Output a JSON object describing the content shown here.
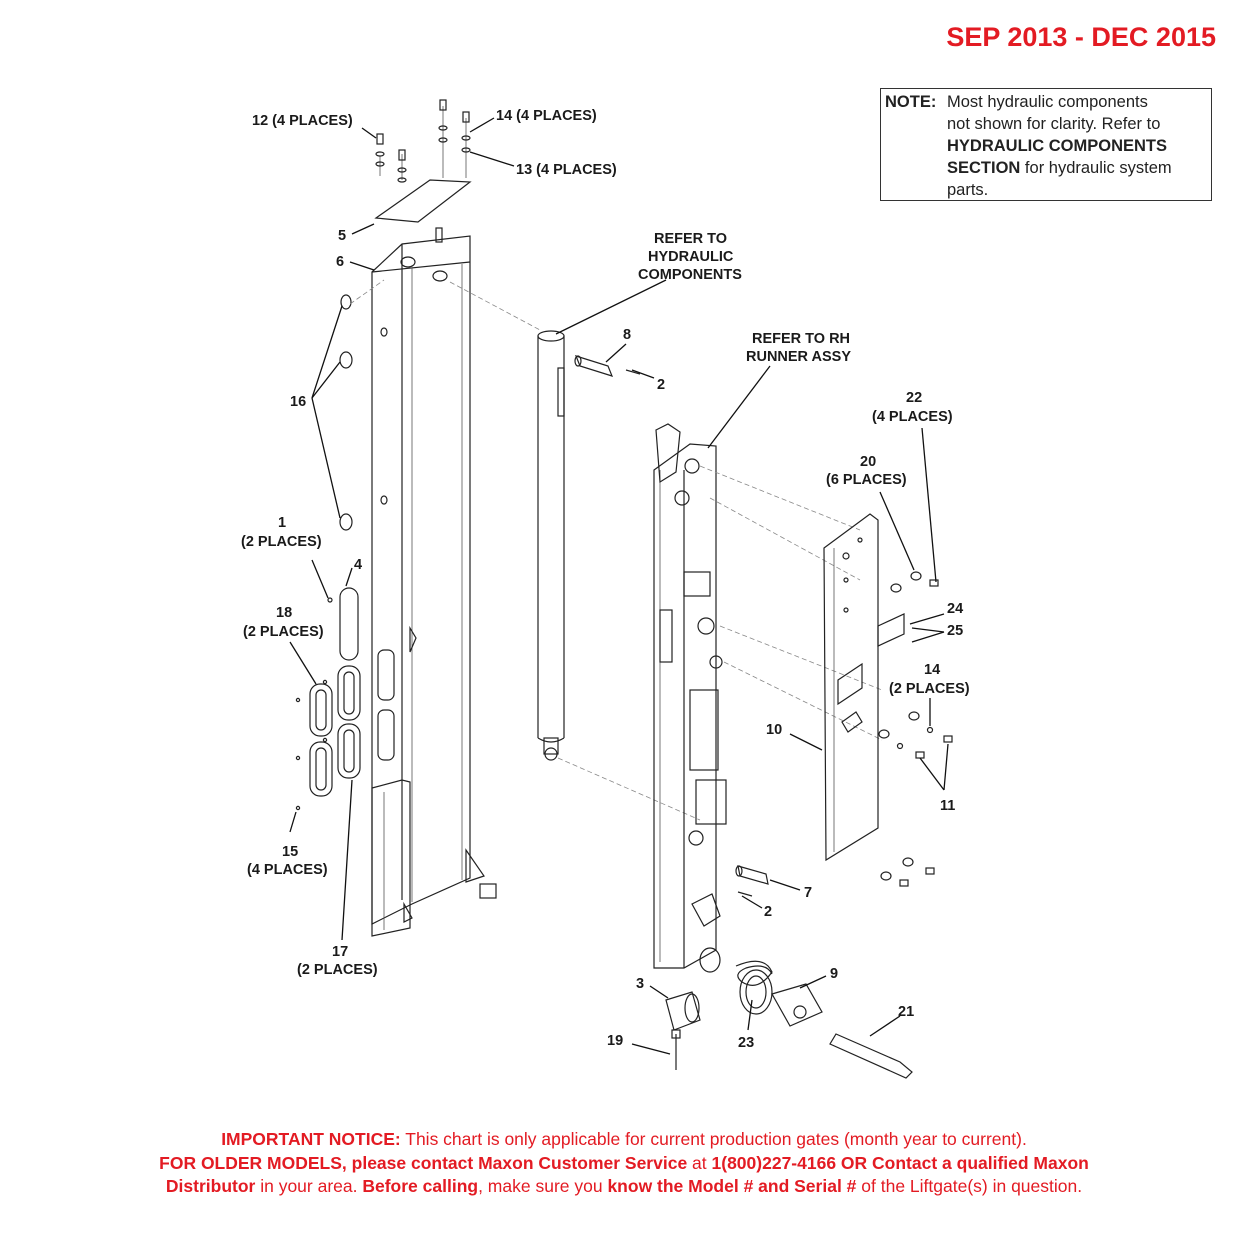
{
  "header": {
    "date_range": "SEP 2013 - DEC 2015"
  },
  "note": {
    "key": "NOTE:",
    "lines": [
      "Most hydraulic components",
      "not shown for clarity. Refer to"
    ],
    "bold_line_1": "HYDRAULIC COMPONENTS",
    "bold_part": "SECTION",
    "after_bold": " for hydraulic system",
    "last_line": "parts."
  },
  "callouts": {
    "c12": "12 (4 PLACES)",
    "c14_top": "14 (4 PLACES)",
    "c13": "13 (4 PLACES)",
    "c5": "5",
    "c6": "6",
    "c16": "16",
    "c1": "1",
    "c1_places": "(2 PLACES)",
    "c4": "4",
    "c18": "18",
    "c18_places": "(2 PLACES)",
    "c15": "15",
    "c15_places": "(4 PLACES)",
    "c17": "17",
    "c17_places": "(2 PLACES)",
    "refer_hyd_1": "REFER TO",
    "refer_hyd_2": "HYDRAULIC",
    "refer_hyd_3": "COMPONENTS",
    "c8": "8",
    "c2_top": "2",
    "refer_rh_1": "REFER TO RH",
    "refer_rh_2": "RUNNER ASSY",
    "c22": "22",
    "c22_places": "(4 PLACES)",
    "c20": "20",
    "c20_places": "(6 PLACES)",
    "c24": "24",
    "c25": "25",
    "c14_mid": "14",
    "c14_mid_places": "(2 PLACES)",
    "c10": "10",
    "c11": "11",
    "c7": "7",
    "c2_bot": "2",
    "c9": "9",
    "c3": "3",
    "c21": "21",
    "c19": "19",
    "c23": "23"
  },
  "notice": {
    "important_label": "IMPORTANT NOTICE:",
    "important_text": " This chart is only applicable for current production gates (month year to current).",
    "older_label": "FOR OLDER MODELS, please contact Maxon Customer Service",
    "at": " at ",
    "phone": "1(800)227-4166 OR Contact a qualified Maxon",
    "distributor": "Distributor",
    "in_area": " in your area. ",
    "before": "Before calling",
    "make_sure": ", make sure you ",
    "know": "know the Model # and Serial #",
    "of_lift": " of the Liftgate(s) in question."
  },
  "colors": {
    "accent_red": "#e31b23",
    "line": "#222222"
  }
}
